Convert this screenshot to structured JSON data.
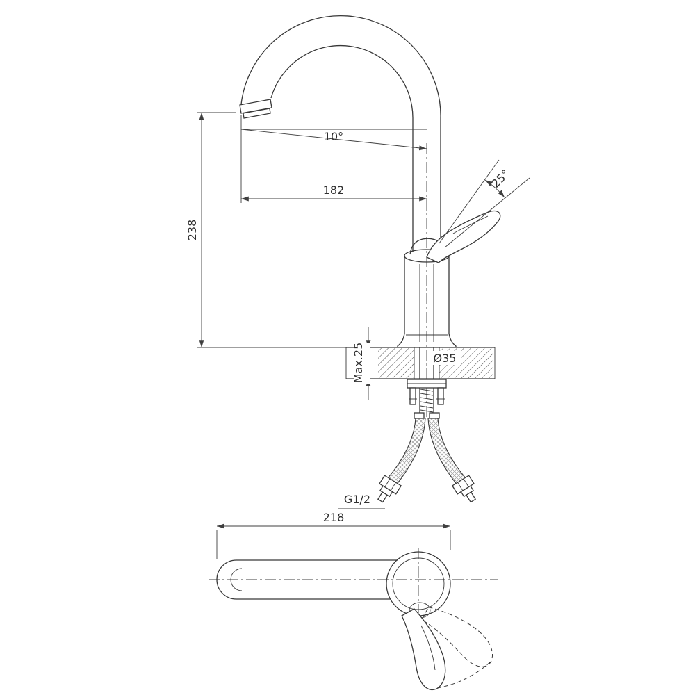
{
  "drawing": {
    "type": "technical-dimension-drawing",
    "subject": "single-lever kitchen sink mixer faucet, side elevation and plan view",
    "background_color": "#ffffff",
    "line_color": "#383838",
    "dimensions": {
      "spout_angle": "10°",
      "spout_reach": "182",
      "spout_height": "238",
      "handle_angle": "25°",
      "max_mount_thickness": "Max.25",
      "hole_diameter": "Ø35",
      "thread_size": "G1/2",
      "spout_length_plan": "218"
    }
  }
}
